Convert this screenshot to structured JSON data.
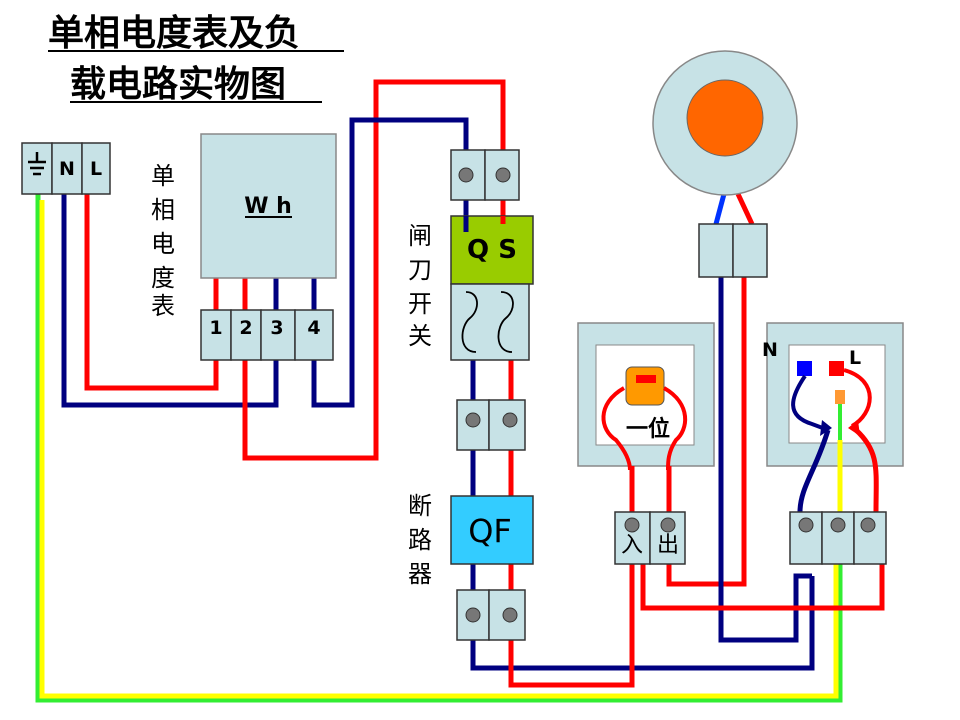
{
  "title": {
    "line1": "单相电度表及负",
    "line2": "载电路实物图"
  },
  "power_terminal": {
    "n_label": "N",
    "l_label": "L"
  },
  "meter": {
    "label_chars": [
      "单",
      "相",
      "电",
      "度",
      "表"
    ],
    "unit_label": "W h",
    "terminals": [
      "1",
      "2",
      "3",
      "4"
    ]
  },
  "knife_switch": {
    "label_chars": [
      "闸",
      "刀",
      "开",
      "关"
    ],
    "code": "Q S"
  },
  "breaker": {
    "label_chars": [
      "断",
      "路",
      "器"
    ],
    "code": "QF"
  },
  "light_switch": {
    "position_text": "一位",
    "in_label": "入",
    "out_label": "出"
  },
  "socket": {
    "n_label": "N",
    "l_label": "L"
  },
  "colors": {
    "wire_live": "#ff0000",
    "wire_neutral": "#000080",
    "wire_earth_yellow": "#ffff00",
    "wire_earth_green": "#33ee33",
    "device_fill": "#c7e2e6",
    "knife_switch_fill": "#99cc00",
    "breaker_fill": "#33ccff",
    "lamp_fill": "#ff6600",
    "switch_knob": "#ff9900"
  }
}
